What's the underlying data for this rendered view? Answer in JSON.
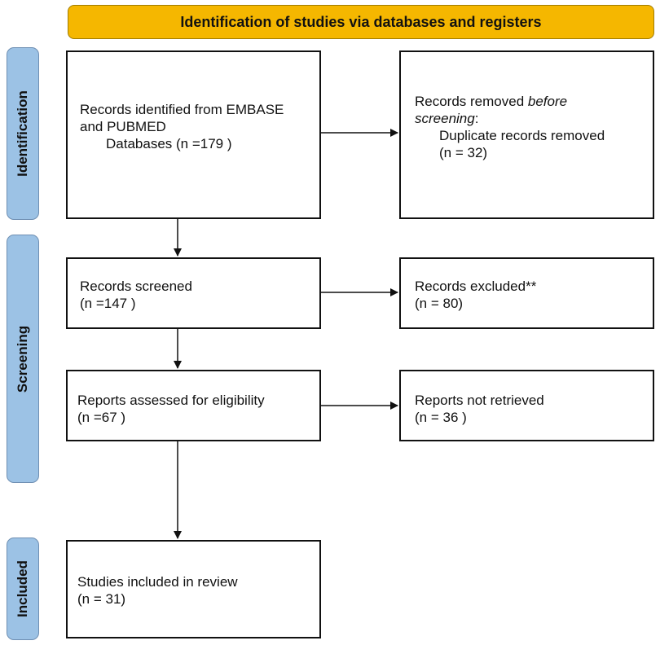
{
  "colors": {
    "header_fill": "#f5b700",
    "stage_fill": "#9cc2e5",
    "box_border": "#111111",
    "arrow": "#111111"
  },
  "header": {
    "title": "Identification of studies via databases and registers"
  },
  "stages": {
    "identification": "Identification",
    "screening": "Screening",
    "included": "Included"
  },
  "boxes": {
    "records_identified": {
      "line1": "Records identified from EMBASE",
      "line2": "and PUBMED",
      "line3": "Databases (n =179 )"
    },
    "records_removed": {
      "prefix": "Records removed ",
      "emphasis1": "before",
      "emphasis2": "screening",
      "suffix": ":",
      "line3": "Duplicate records removed",
      "line4": "(n = 32)"
    },
    "records_screened": {
      "line1": "Records screened",
      "line2": "(n =147 )"
    },
    "records_excluded": {
      "line1": "Records excluded**",
      "line2": "(n = 80)"
    },
    "reports_assessed": {
      "line1": "Reports assessed for eligibility",
      "line2": "(n =67 )"
    },
    "reports_not_retrieved": {
      "line1": "Reports not retrieved",
      "line2": "(n = 36 )"
    },
    "studies_included": {
      "line1": "Studies included in review",
      "line2": "(n = 31)"
    }
  }
}
